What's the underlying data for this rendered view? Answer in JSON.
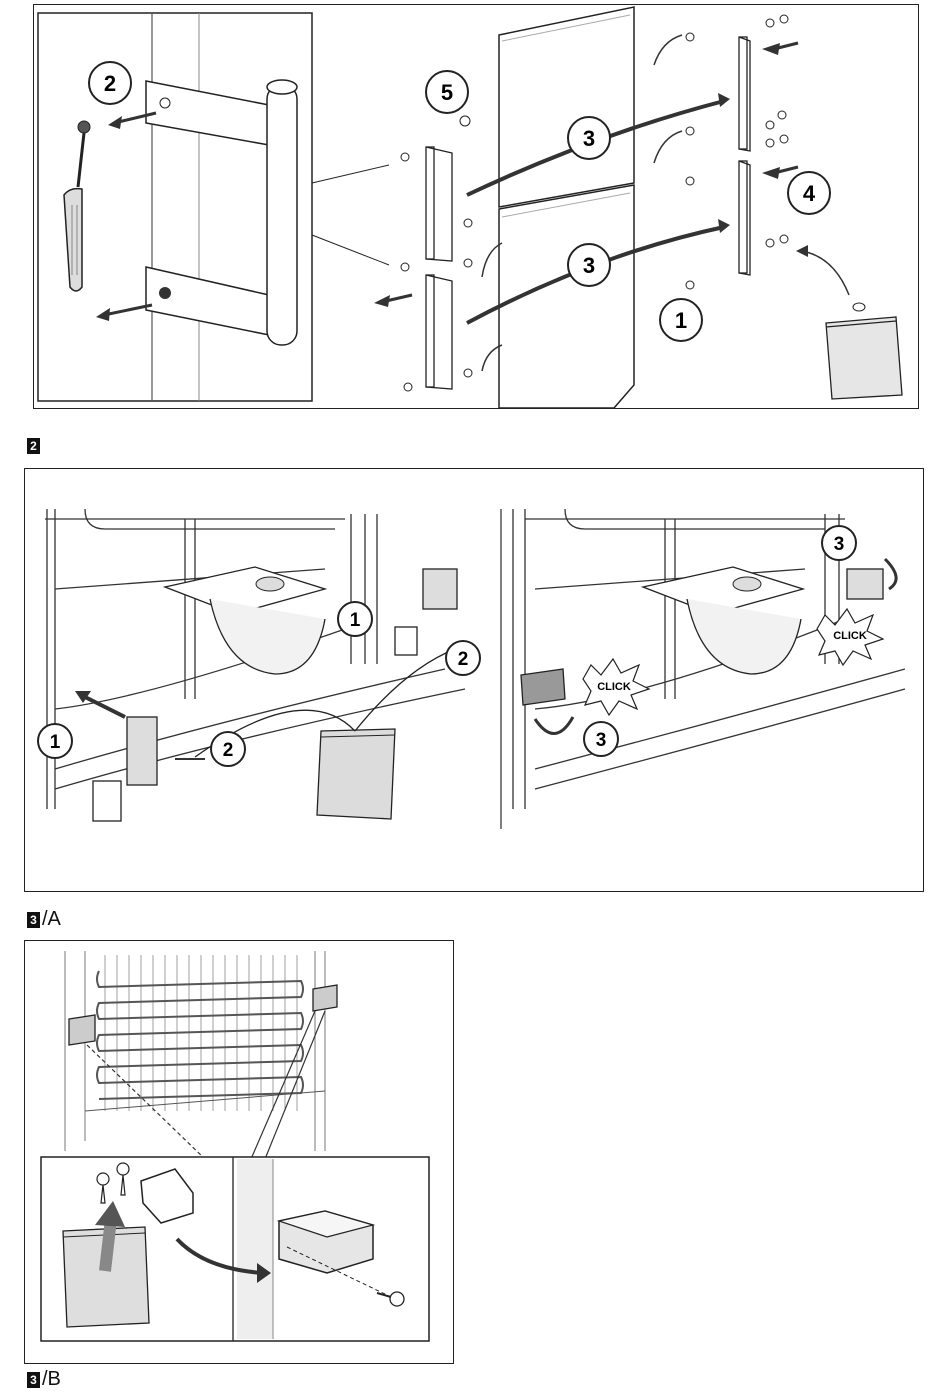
{
  "panel1": {
    "callouts": [
      "1",
      "2",
      "3",
      "3",
      "4",
      "5"
    ]
  },
  "panel2": {
    "label_box": "2",
    "callouts_left": [
      "1",
      "2",
      "1",
      "2"
    ],
    "callouts_right": [
      "3",
      "3"
    ],
    "click_texts": [
      "CLICK",
      "CLICK"
    ]
  },
  "panel3": {
    "label_box": "3",
    "label_suffix": "/A"
  },
  "footer": {
    "label_box": "3",
    "label_suffix": "/B"
  }
}
